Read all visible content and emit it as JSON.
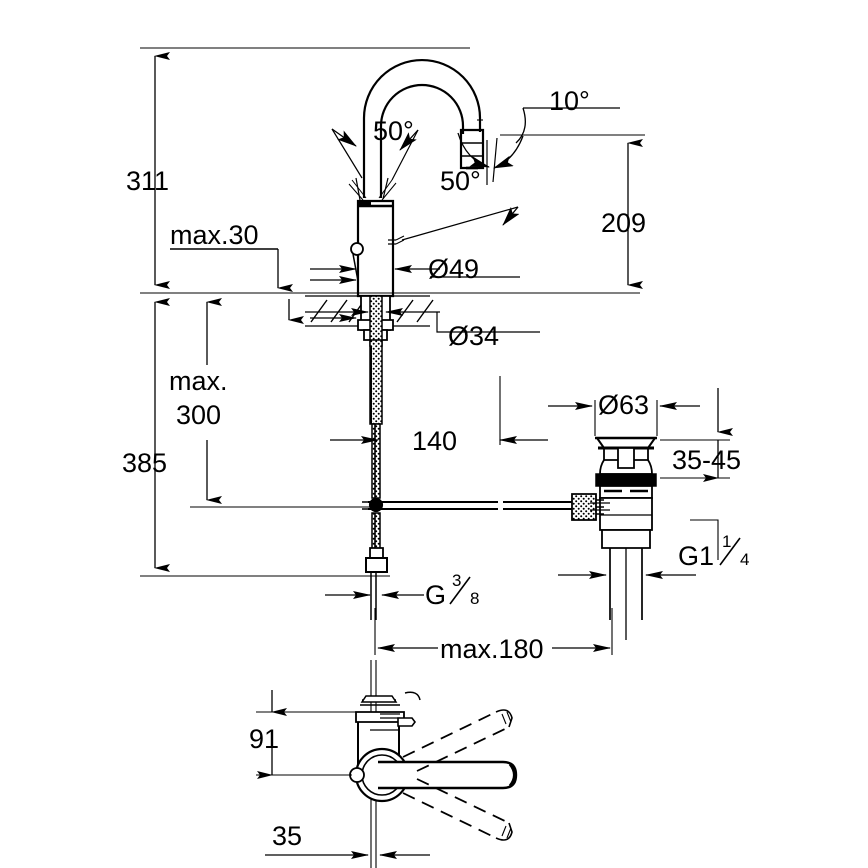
{
  "drawing": {
    "title": "Single-lever basin mixer dimensional drawing",
    "units": "mm",
    "line_color": "#000000",
    "background_color": "#ffffff"
  },
  "dimensions": {
    "height_total_to_spout_top": "311",
    "max_deck_thickness": "max.30",
    "spout_outlet_height": "209",
    "body_diameter": "Ø49",
    "shank_diameter": "Ø34",
    "overall_height_with_tails": "385",
    "max_supply_tail_length": "max.\n300",
    "max_300_line1": "max.",
    "max_300_line2": "300",
    "spout_reach": "140",
    "supply_thread": "G",
    "supply_thread_num": "3",
    "supply_thread_den": "8",
    "max_rod_spacing": "max.180",
    "handle_height": "91",
    "handle_offset": "35",
    "waste_flange_diameter": "Ø63",
    "waste_basin_thickness": "35-45",
    "waste_thread": "G1",
    "waste_thread_num": "1",
    "waste_thread_den": "4"
  },
  "angles": {
    "handle_swivel_left": "50°",
    "handle_swivel_right": "50°",
    "spout_swivel": "10°"
  },
  "labels": {
    "deg_symbol": "°"
  }
}
